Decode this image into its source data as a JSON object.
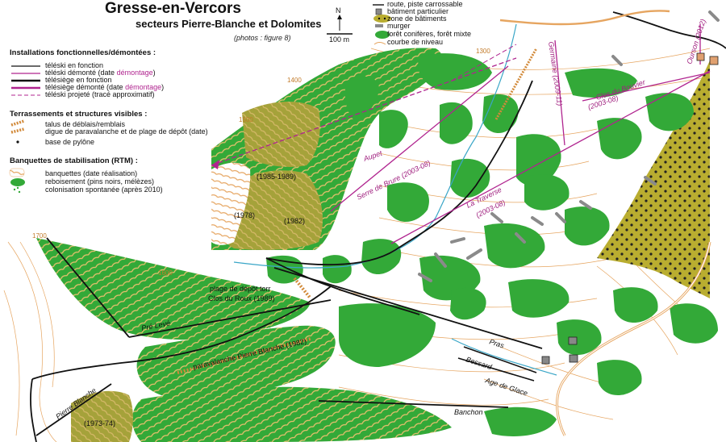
{
  "title": "Gresse-en-Vercors",
  "subtitle": "secteurs Pierre-Blanche et Dolomites",
  "photos_note": "(photos : figure 8)",
  "north_label": "N",
  "scale_label": "100 m",
  "colors": {
    "forest": "#33a938",
    "contour": "#e6a560",
    "magenta": "#b0248f",
    "dolomite": "#b9ad30",
    "murger": "#8a8a8a",
    "stream": "#3aa6c7"
  },
  "top_legend": [
    "route, piste carrossable",
    "bâtiment particulier",
    "zone de bâtiments",
    "murger",
    "forêt conifères, forêt mixte",
    "courbe de niveau"
  ],
  "legend": {
    "sec1_title": "Installations fonctionnelles/démontées :",
    "sec1_items": [
      {
        "text": "téléski en fonction",
        "extra": ""
      },
      {
        "text": "téléski démonté (date ",
        "extra": "démontage",
        "close": ")"
      },
      {
        "text": "télésiège en fonction",
        "extra": ""
      },
      {
        "text": "télésiège démonté (date ",
        "extra": "démontage",
        "close": ")"
      },
      {
        "text": "téléski projeté (tracé approximatif)",
        "extra": ""
      }
    ],
    "sec2_title": "Terrassements et structures visibles :",
    "sec2_items": [
      "talus de déblais/remblais",
      "digue de paravalanche et de plage de dépôt (date)",
      "base de pylône"
    ],
    "sec3_title": "Banquettes de stabilisation (RTM) :",
    "sec3_items": [
      "banquettes (date réalisation)",
      "reboisement (pins noirs, mélèzes)",
      "colonisation spontanée (après 2010)"
    ]
  },
  "contours": [
    "1300",
    "1400",
    "1500",
    "1600",
    "1700"
  ],
  "lifts": {
    "aupet": "Aupet",
    "serre": "Serre de Brure (2003-08)",
    "traverse_a": "La Traverse",
    "traverse_b": "(2003-08)",
    "germaine": "Germaine (2009-11)",
    "clos": "Clos du Bouvier",
    "clos_date": "(2003-08)",
    "ourson": "Ourson (2012)",
    "pre_leve": "Pré Levé",
    "pras": "Pras",
    "bessard": "Bessard",
    "age_glace": "Age de Glace",
    "banchon": "Banchon",
    "pierre_blanche": "Pierre Blanche"
  },
  "places": {
    "d1985": "(1985-1989)",
    "d1978": "(1978)",
    "d1982": "(1982)",
    "plage1": "plage de dépôt torr",
    "plage2": "Clos du Roux (1989)",
    "paravalanche": "paravalanche Pierre Blanche (1982)",
    "d1973": "(1973-74)"
  }
}
